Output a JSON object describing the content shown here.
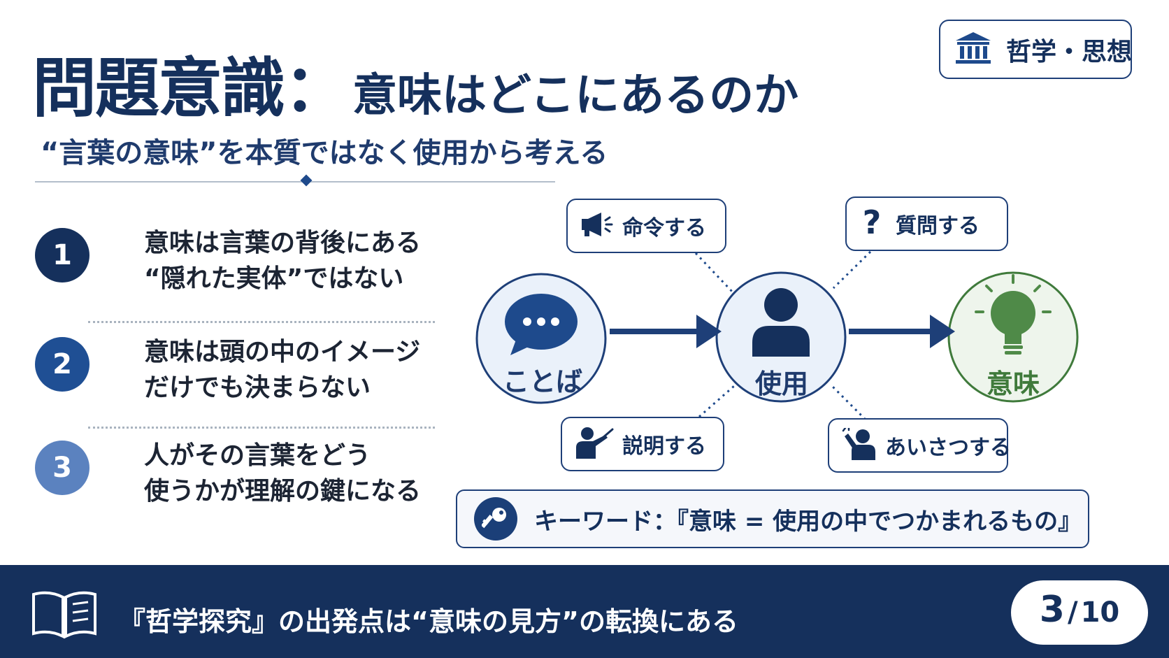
{
  "header": {
    "title_main": "問題意識：",
    "title_sub": "意味はどこにあるのか",
    "subtitle": "“言葉の意味”を本質ではなく使用から考える"
  },
  "category": {
    "label": "哲学・思想",
    "icon": "institution-icon"
  },
  "points": [
    {
      "number": "1",
      "line1": "意味は言葉の背後にある",
      "line2": "“隠れた実体”ではない",
      "color": "#15305c"
    },
    {
      "number": "2",
      "line1": "意味は頭の中のイメージ",
      "line2": "だけでも決まらない",
      "color": "#1f4f94"
    },
    {
      "number": "3",
      "line1": "人がその言葉をどう",
      "line2": "使うかが理解の鍵になる",
      "color": "#5b82bf"
    }
  ],
  "diagram": {
    "word": "ことば",
    "use": "使用",
    "meaning": "意味",
    "actions": [
      {
        "label": "命令する",
        "icon": "megaphone-icon"
      },
      {
        "label": "質問する",
        "icon": "question-icon"
      },
      {
        "label": "説明する",
        "icon": "presenter-icon"
      },
      {
        "label": "あいさつする",
        "icon": "waving-person-icon"
      }
    ]
  },
  "keyword": {
    "text": "キーワード：『意味 = 使用の中でつかまれるもの』",
    "icon": "key-icon"
  },
  "footer": {
    "text": "『哲学探究』の出発点は“意味の見方”の転換にある",
    "icon": "book-icon",
    "page_current": "3",
    "page_separator": "/",
    "page_total": "10"
  },
  "colors": {
    "navy": "#15305c",
    "green": "#3f7a3b",
    "light_blue_fill": "#eaf1fa"
  }
}
